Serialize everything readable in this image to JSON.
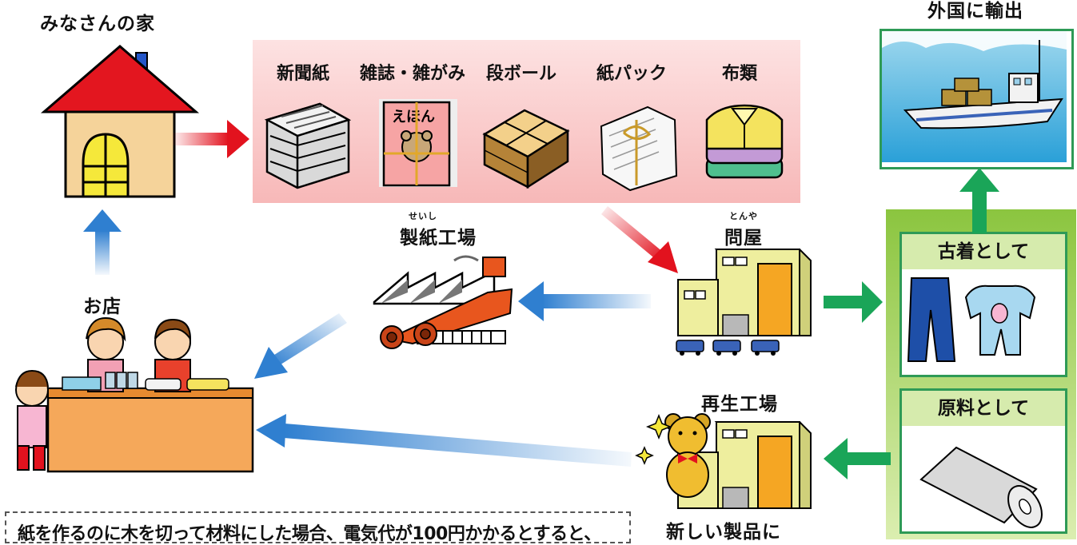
{
  "home": {
    "label": "みなさんの家"
  },
  "items": [
    {
      "label": "新聞紙"
    },
    {
      "label": "雑誌・雑がみ"
    },
    {
      "label": "段ボール"
    },
    {
      "label": "紙パック"
    },
    {
      "label": "布類"
    }
  ],
  "magazine_cover_text": "えほん",
  "paper_mill": {
    "label": "製紙工場",
    "ruby": "せいし"
  },
  "wholesaler": {
    "label": "問屋",
    "ruby": "とんや"
  },
  "shop": {
    "label": "お店"
  },
  "export": {
    "label": "外国に輸出"
  },
  "used_clothing": {
    "label": "古着として"
  },
  "raw_material": {
    "label": "原料として"
  },
  "recycling_plant": {
    "label": "再生工場",
    "caption": "新しい製品に"
  },
  "note": {
    "text": "紙を作るのに木を切って材料にした場合、電気代が100円かかるとすると、"
  },
  "colors": {
    "red_arrow": "#e2121e",
    "blue_arrow": "#2f7fd0",
    "green_arrow": "#1aa558",
    "green_border": "#2e9a56"
  }
}
